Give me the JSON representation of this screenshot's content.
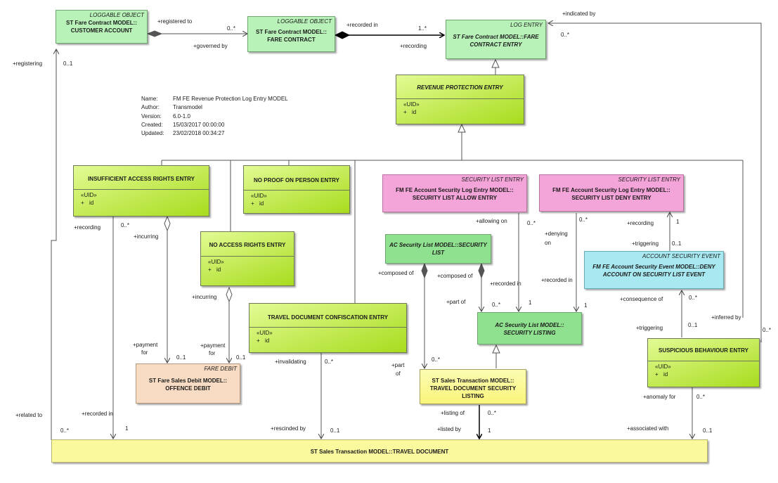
{
  "meta": {
    "name_key": "Name:",
    "name_val": "FM FE Revenue Protection Log Entry MODEL",
    "author_key": "Author:",
    "author_val": "Transmodel",
    "version_key": "Version:",
    "version_val": "6.0-1.0",
    "created_key": "Created:",
    "created_val": "15/03/2017 00:00:00",
    "updated_key": "Updated:",
    "updated_val": "23/02/2018 00:34:27"
  },
  "classes": {
    "customer_account": {
      "stereotype": "LOGGABLE OBJECT",
      "line1": "ST Fare Contract MODEL::",
      "line2": "CUSTOMER ACCOUNT"
    },
    "fare_contract": {
      "stereotype": "LOGGABLE OBJECT",
      "line1": "ST Fare Contract MODEL::",
      "line2": "FARE CONTRACT"
    },
    "log_entry": {
      "stereotype": "LOG ENTRY",
      "line1": "ST Fare Contract MODEL::FARE",
      "line2": "CONTRACT ENTRY"
    },
    "revenue_protection_entry": {
      "title": "REVENUE PROTECTION ENTRY",
      "uid": "«UID»",
      "plus": "+",
      "attr": "id"
    },
    "insufficient_access": {
      "title": "INSUFFICIENT ACCESS RIGHTS ENTRY",
      "uid": "«UID»",
      "plus": "+",
      "attr": "id"
    },
    "no_proof": {
      "title": "NO PROOF ON PERSON ENTRY",
      "uid": "«UID»",
      "plus": "+",
      "attr": "id"
    },
    "no_access": {
      "title": "NO ACCESS RIGHTS ENTRY",
      "uid": "«UID»",
      "plus": "+",
      "attr": "id"
    },
    "travel_doc_confiscation": {
      "title": "TRAVEL DOCUMENT CONFISCATION ENTRY",
      "uid": "«UID»",
      "plus": "+",
      "attr": "id"
    },
    "security_allow": {
      "stereotype": "SECURITY LIST ENTRY",
      "line1": "FM FE Account Security Log Entry MODEL::",
      "line2": "SECURITY LIST ALLOW ENTRY"
    },
    "security_deny": {
      "stereotype": "SECURITY LIST ENTRY",
      "line1": "FM FE Account Security Log Entry MODEL::",
      "line2": "SECURITY LIST DENY ENTRY"
    },
    "security_list": {
      "line1": "AC Security List MODEL::SECURITY",
      "line2": "LIST"
    },
    "account_security_event": {
      "stereotype": "ACCOUNT SECURITY EVENT",
      "line1": "FM FE Account Security Event MODEL::DENY",
      "line2": "ACCOUNT ON SECURITY LIST EVENT"
    },
    "security_listing": {
      "line1": "AC Security List MODEL::",
      "line2": "SECURITY LISTING"
    },
    "suspicious_behaviour": {
      "title": "SUSPICIOUS BEHAVIOUR ENTRY",
      "uid": "«UID»",
      "plus": "+",
      "attr": "id"
    },
    "offence_debit": {
      "stereotype": "FARE DEBIT",
      "line1": "ST Fare Sales Debit MODEL::",
      "line2": "OFFENCE DEBIT"
    },
    "travel_doc_security_listing": {
      "line1": "ST Sales Transaction MODEL::",
      "line2": "TRAVEL DOCUMENT SECURITY",
      "line3": "LISTING"
    },
    "travel_document": {
      "title": "ST Sales Transaction MODEL::TRAVEL DOCUMENT"
    }
  },
  "labels": {
    "registered_to": "+registered to",
    "m_0star_a": "0..*",
    "governed_by": "+governed by",
    "recorded_in_top": "+recorded in",
    "m_1star": "1..*",
    "recording_top": "+recording",
    "indicated_by": "+indicated by",
    "m_0star_b": "0..*",
    "registering": "+registering",
    "m_01_a": "0..1",
    "recording_ins": "+recording",
    "m_0star_c": "0..*",
    "incurring_a": "+incurring",
    "incurring_b": "+incurring",
    "payment_a": "+payment",
    "for_a": "for",
    "m_01_b": "0..1",
    "payment_b": "+payment",
    "for_b": "for",
    "m_01_c": "0..1",
    "allowing_on": "+allowing on",
    "m_0star_d": "0..*",
    "denying": "+denying",
    "on": "on",
    "m_0star_e": "0..*",
    "recording_deny": "+recording",
    "m_1_a": "1",
    "triggering_a": "+triggering",
    "m_01_d": "0..1",
    "composed_of_a": "+composed of",
    "composed_of_b": "+composed of",
    "part_of_a": "+part of",
    "m_0star_f": "0..*",
    "recorded_in_a": "+recorded in",
    "m_1_b": "1",
    "recorded_in_b": "+recorded in",
    "m_1_c": "1",
    "consequence_of": "+consequence of",
    "m_0star_g": "0..*",
    "triggering_b": "+triggering",
    "m_01_e": "0..1",
    "inferred_by": "+inferred by",
    "m_0star_h": "0..*",
    "invalidating": "+invalidating",
    "m_0star_i": "0..*",
    "part": "+part",
    "of": "of",
    "m_0star_j": "0..*",
    "listing_of": "+listing of",
    "m_0star_k": "0..*",
    "listed_by": "+listed by",
    "m_1_d": "1",
    "anomaly_for": "+anomaly for",
    "m_0star_l": "0..*",
    "related_to": "+related to",
    "m_0star_m": "0..*",
    "recorded_in_c": "+recorded in",
    "m_1_e": "1",
    "rescinded_by": "+rescinded by",
    "m_01_f": "0..1",
    "associated_with": "+associated with",
    "m_01_g": "0..1"
  },
  "colors": {
    "green": "#a8dc1e",
    "mint": "#b8f2b8",
    "pink": "#f3a4d8",
    "cyan": "#a8e8f0",
    "peach": "#f7dcc3",
    "yellow": "#fbf99e"
  }
}
